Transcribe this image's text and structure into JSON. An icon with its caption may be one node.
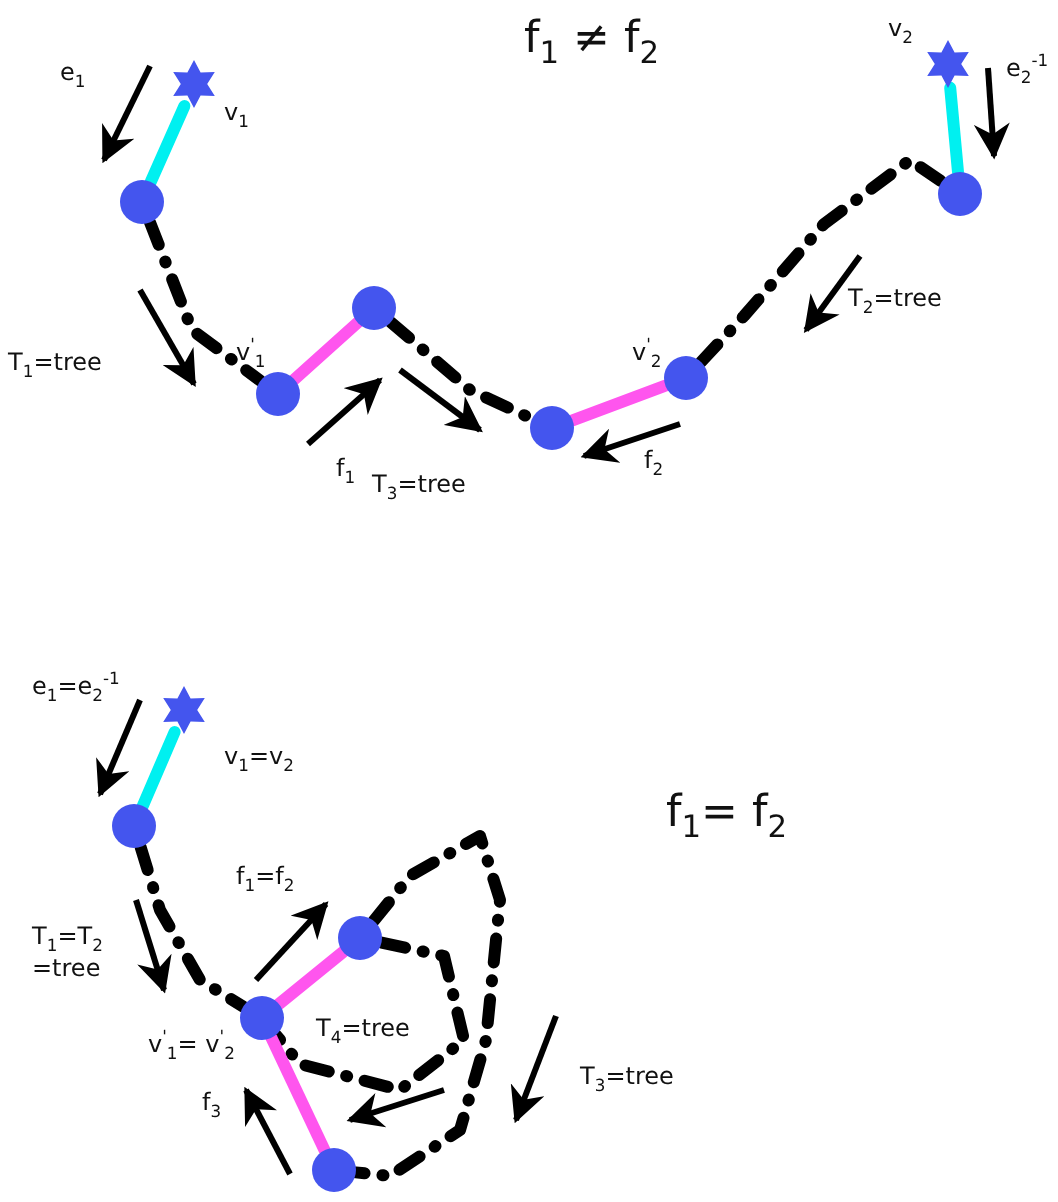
{
  "diagram": {
    "nodes": [
      {
        "text": [],
        "shape": "star",
        "beside": [
          "v$_{1}$"
        ]
      },
      {
        "text": [],
        "shape": "circle"
      },
      {
        "text": [],
        "shape": "circle",
        "beside": [
          "v$^{'}$$_{1}$"
        ]
      },
      {
        "text": [],
        "shape": "circle"
      },
      {
        "text": [],
        "shape": "circle"
      },
      {
        "text": [],
        "shape": "circle",
        "beside": [
          "v$^{'}$$_{2}$"
        ]
      },
      {
        "text": [],
        "shape": "circle"
      },
      {
        "text": [],
        "shape": "star",
        "beside": [
          "v$_{2}$"
        ]
      },
      {
        "text": [],
        "shape": "star",
        "beside": [
          "v$_{1}$=v$_{2}$"
        ]
      },
      {
        "text": [],
        "shape": "circle"
      },
      {
        "text": [],
        "shape": "circle",
        "beside": [
          "v$^{'}$$_{1}$= v$^{'}$$_{2}$"
        ]
      },
      {
        "text": [],
        "shape": "circle"
      },
      {
        "text": [],
        "shape": "circle"
      }
    ],
    "edges": [
      {
        "from": 0,
        "to": 1,
        "arrow": "none",
        "color": "#00f0f0"
      },
      {
        "from": 1,
        "to": 2,
        "arrow": "none",
        "style": "dashed"
      },
      {
        "from": 2,
        "to": 3,
        "arrow": "none",
        "color": "#ff55ee"
      },
      {
        "from": 3,
        "to": 4,
        "arrow": "none",
        "style": "dashed"
      },
      {
        "from": 4,
        "to": 5,
        "arrow": "none",
        "color": "#ff55ee"
      },
      {
        "from": 5,
        "to": 6,
        "arrow": "none",
        "style": "dashed"
      },
      {
        "from": 6,
        "to": 7,
        "arrow": "none",
        "color": "#00f0f0"
      },
      {
        "from": 8,
        "to": 9,
        "arrow": "none",
        "color": "#00f0f0"
      },
      {
        "from": 9,
        "to": 10,
        "arrow": "none",
        "style": "dashed"
      },
      {
        "from": 10,
        "to": 11,
        "arrow": "none",
        "color": "#ff55ee"
      },
      {
        "from": 11,
        "to": 10,
        "arrow": "none",
        "style": "dashed"
      },
      {
        "from": 11,
        "to": 12,
        "arrow": "none",
        "style": "dashed"
      },
      {
        "from": 10,
        "to": 12,
        "arrow": "none",
        "color": "#ff55ee"
      }
    ],
    "labels": [
      "f$_{1}$ ≠ f$_{2}$",
      "e$_{1}$",
      "e$_{2}$$^{-1}$",
      "T$_{1}$=tree",
      "T$_{2}$=tree",
      "f$_{1}$",
      "T$_{3}$=tree",
      "f$_{2}$",
      "e$_{1}$=e$_{2}$$^{-1}$",
      "f$_{1}$=  f$_{2}$",
      "f$_{1}$=f$_{2}$",
      "T$_{1}$=T$_{2}$ =tree",
      "T$_{4}$=tree",
      "T$_{3}$=tree",
      "f$_{3}$"
    ]
  }
}
